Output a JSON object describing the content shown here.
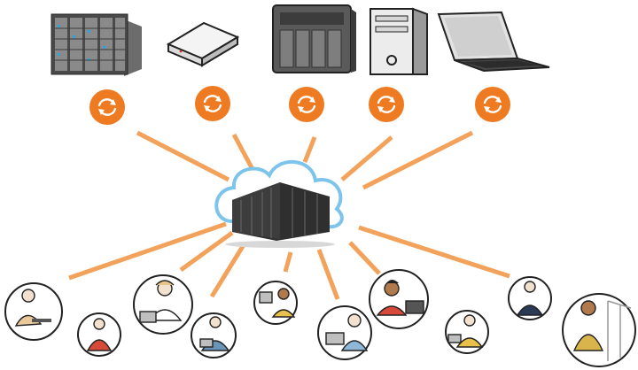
{
  "diagram": {
    "accent_color": "#ee7a22",
    "link_color": "#f2a25a",
    "cloud_color": "#7cc4ec",
    "hub": {
      "icon": "cloud-datacenter-icon"
    },
    "devices": [
      {
        "id": "server-rack",
        "icon": "server-rack-icon",
        "sync_icon": "sync-icon"
      },
      {
        "id": "network-appliance",
        "icon": "network-appliance-icon",
        "sync_icon": "sync-icon"
      },
      {
        "id": "nas",
        "icon": "nas-storage-icon",
        "sync_icon": "sync-icon"
      },
      {
        "id": "desktop-tower",
        "icon": "desktop-tower-icon",
        "sync_icon": "sync-icon"
      },
      {
        "id": "laptop",
        "icon": "laptop-icon",
        "sync_icon": "sync-icon"
      }
    ],
    "users": [
      {
        "id": "user-1",
        "icon": "user-with-laptop-icon"
      },
      {
        "id": "user-2",
        "icon": "user-with-phone-icon"
      },
      {
        "id": "user-3",
        "icon": "user-with-laptop-icon"
      },
      {
        "id": "user-4",
        "icon": "user-with-tablet-icon"
      },
      {
        "id": "user-5",
        "icon": "user-at-desktop-icon"
      },
      {
        "id": "user-6",
        "icon": "user-with-laptop-icon"
      },
      {
        "id": "user-7",
        "icon": "user-with-laptop-icon"
      },
      {
        "id": "user-8",
        "icon": "user-with-laptop-icon"
      },
      {
        "id": "user-9",
        "icon": "user-with-phone-icon"
      },
      {
        "id": "user-10",
        "icon": "user-with-phone-icon"
      }
    ]
  }
}
